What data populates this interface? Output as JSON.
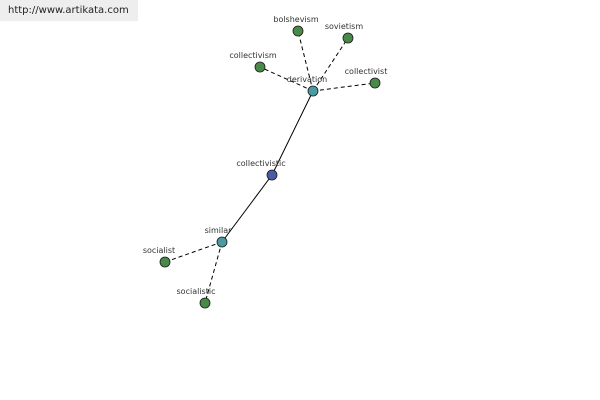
{
  "header": {
    "url_text": "http://www.artikata.com"
  },
  "colors": {
    "center_node": "#4a5aa3",
    "relation_node": "#4b9aa2",
    "leaf_node": "#4a8a48",
    "node_stroke": "#1a1a1a",
    "edge": "#000000"
  },
  "graph": {
    "nodes": [
      {
        "id": "collectivistic",
        "label": "collectivistic",
        "kind": "center"
      },
      {
        "id": "derivation",
        "label": "derivation",
        "kind": "relation"
      },
      {
        "id": "similar",
        "label": "similar",
        "kind": "relation"
      },
      {
        "id": "bolshevism",
        "label": "bolshevism",
        "kind": "leaf"
      },
      {
        "id": "sovietism",
        "label": "sovietism",
        "kind": "leaf"
      },
      {
        "id": "collectivism",
        "label": "collectivism",
        "kind": "leaf"
      },
      {
        "id": "collectivist",
        "label": "collectivist",
        "kind": "leaf"
      },
      {
        "id": "socialist",
        "label": "socialist",
        "kind": "leaf"
      },
      {
        "id": "socialistic",
        "label": "socialistic",
        "kind": "leaf"
      }
    ],
    "edges": [
      {
        "from": "collectivistic",
        "to": "derivation",
        "style": "solid"
      },
      {
        "from": "collectivistic",
        "to": "similar",
        "style": "solid"
      },
      {
        "from": "derivation",
        "to": "bolshevism",
        "style": "dashed"
      },
      {
        "from": "derivation",
        "to": "sovietism",
        "style": "dashed"
      },
      {
        "from": "derivation",
        "to": "collectivism",
        "style": "dashed"
      },
      {
        "from": "derivation",
        "to": "collectivist",
        "style": "dashed"
      },
      {
        "from": "similar",
        "to": "socialist",
        "style": "dashed"
      },
      {
        "from": "similar",
        "to": "socialistic",
        "style": "dashed"
      }
    ]
  }
}
